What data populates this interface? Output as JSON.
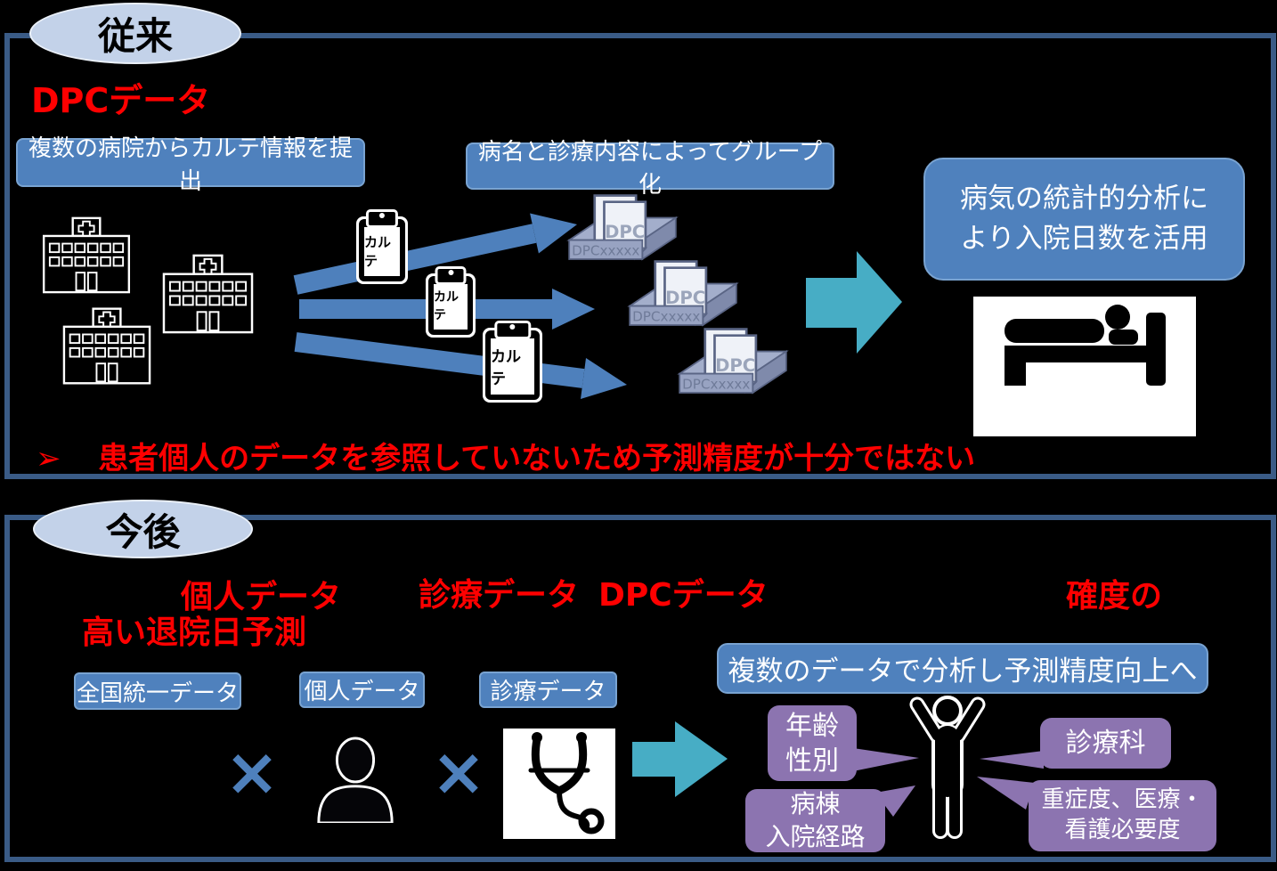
{
  "conventional": {
    "badge": "従来",
    "title": "DPCデータ",
    "box_submit": "複数の病院からカルテ情報を提出",
    "box_group": "病名と診療内容によってグループ化",
    "box_stat_line1": "病気の統計的分析に",
    "box_stat_line2": "より入院日数を活用",
    "karte_label": "カルテ",
    "dpc_doc_label": "DPC",
    "dpc_tray_label": "DPCxxxxx",
    "bullet": "➢",
    "note": "患者個人のデータを参照していないため予測精度が十分ではない"
  },
  "future": {
    "badge": "今後",
    "red_personal": "個人データ",
    "red_medical": "診療データ",
    "red_dpc": "DPCデータ",
    "red_accuracy": "確度の",
    "red_prediction": "高い退院日予測",
    "label_national": "全国統一データ",
    "label_personal": "個人データ",
    "label_medical": "診療データ",
    "multiply": "×",
    "box_analysis": "複数のデータで分析し予測精度向上へ",
    "bubble_age_line1": "年齢",
    "bubble_age_line2": "性別",
    "bubble_ward_line1": "病棟",
    "bubble_ward_line2": "入院経路",
    "bubble_dept": "診療科",
    "bubble_severity_line1": "重症度、医療・",
    "bubble_severity_line2": "看護必要度"
  },
  "colors": {
    "frame_border": "#3A5B86",
    "ellipse_fill": "#C3D2E9",
    "blue_box": "#4F81BD",
    "arrow_blue": "#4E80BC",
    "teal_arrow": "#47ADC5",
    "purple_box": "#8C74B0",
    "red_text": "#FF0000",
    "background": "#000000"
  }
}
